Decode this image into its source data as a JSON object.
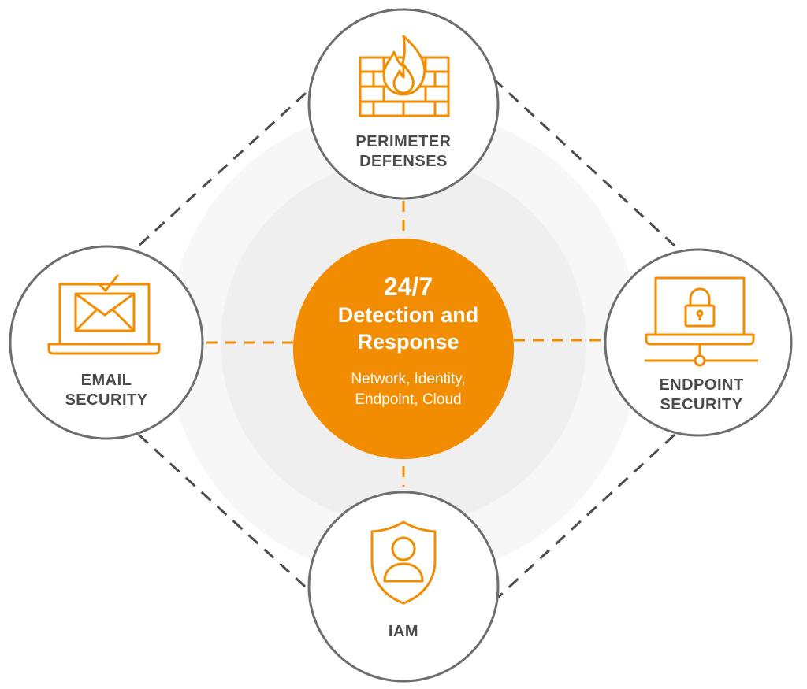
{
  "center": {
    "title_line1": "24/7",
    "title_line2": "Detection and",
    "title_line3": "Response",
    "subtitle_line1": "Network, Identity,",
    "subtitle_line2": "Endpoint, Cloud"
  },
  "nodes": {
    "top": {
      "line1": "PERIMETER",
      "line2": "DEFENSES",
      "icon": "firewall-icon"
    },
    "left": {
      "line1": "EMAIL",
      "line2": "SECURITY",
      "icon": "email-laptop-icon"
    },
    "right": {
      "line1": "ENDPOINT",
      "line2": "SECURITY",
      "icon": "locked-laptop-icon"
    },
    "bottom": {
      "line1": "IAM",
      "icon": "user-shield-icon"
    }
  },
  "colors": {
    "accent": "#f28c00",
    "node_border": "#6e6e6e",
    "text": "#4a4a4a",
    "halo_outer": "#f7f7f7",
    "halo_inner": "#efefef",
    "connector": "#4d4d4d"
  }
}
